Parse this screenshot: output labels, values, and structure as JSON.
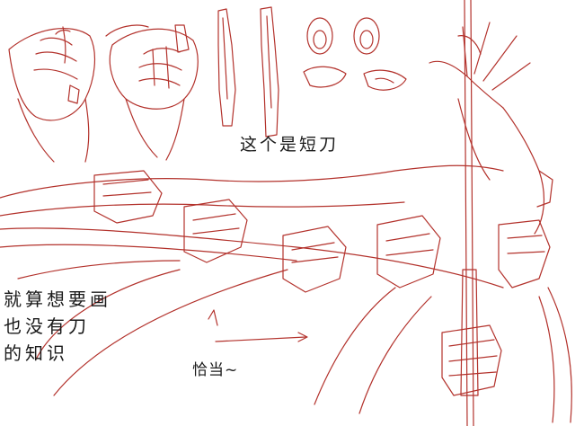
{
  "stroke_color": "#b3322c",
  "text_color": "#1a1a1a",
  "notes": {
    "short_knife": "这个是短刀",
    "left_lines": [
      "就算想要画",
      "也没有刀",
      "的知识"
    ],
    "apt": "恰当~"
  }
}
